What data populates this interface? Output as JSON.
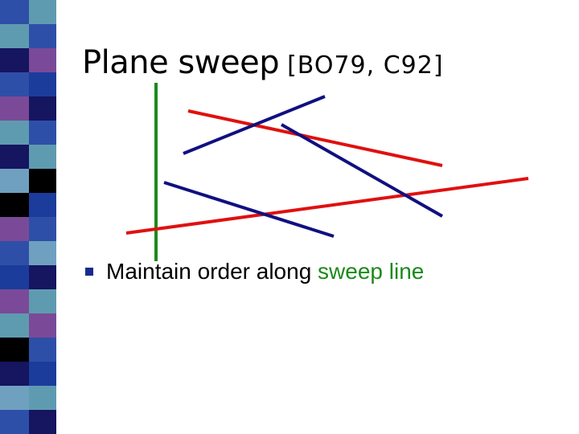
{
  "slide": {
    "title": "Plane sweep",
    "citation": "[BO79, C92]",
    "bullets": [
      {
        "text_before": "Maintain order along ",
        "highlight": "sweep line",
        "highlight_color": "#1a8a1a"
      }
    ]
  },
  "colors": {
    "sweep_line": "#1a8a1a",
    "segments_red": "#e01010",
    "segments_blue": "#101080",
    "bullet_marker": "#1a2a8c",
    "strip_palette": [
      "#2e4fa8",
      "#5f9bb0",
      "#151560",
      "#7a4a98",
      "#000000",
      "#6fa0c0",
      "#1c3c9c"
    ]
  }
}
